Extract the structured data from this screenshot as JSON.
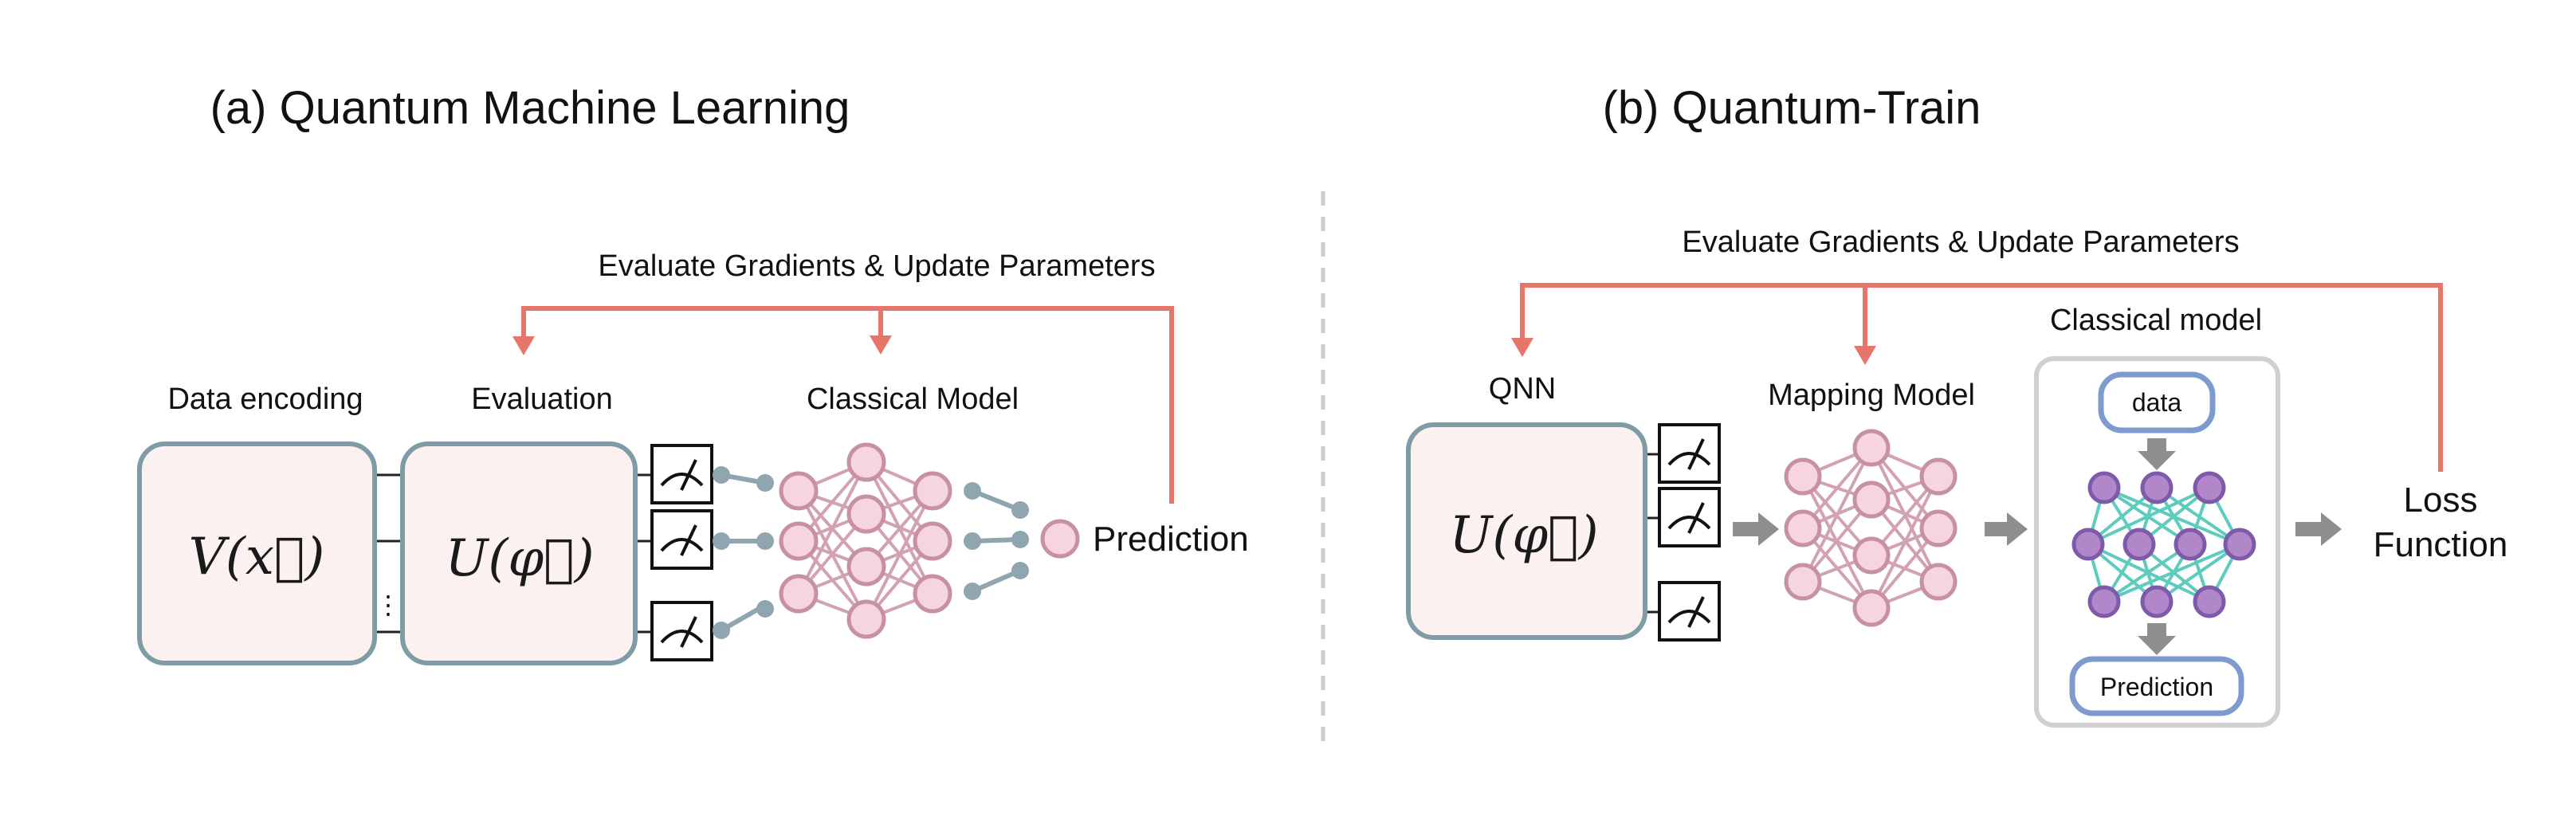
{
  "panel_a": {
    "title": "(a) Quantum Machine Learning",
    "feedback_label": "Evaluate Gradients & Update Parameters",
    "data_encoding_label": "Data encoding",
    "evaluation_label": "Evaluation",
    "classical_model_label": "Classical Model",
    "encoding_formula": "V(x⃗)",
    "unitary_formula": "U(φ⃗)",
    "prediction_label": "Prediction",
    "wire_ellipsis": "⋮"
  },
  "panel_b": {
    "title": "(b) Quantum-Train",
    "feedback_label": "Evaluate Gradients & Update Parameters",
    "qnn_label": "QNN",
    "mapping_model_label": "Mapping Model",
    "classical_model_label": "Classical model",
    "unitary_formula": "U(φ⃗)",
    "data_label": "data",
    "prediction_label": "Prediction",
    "loss_line1": "Loss",
    "loss_line2": "Function"
  },
  "colors": {
    "feedback_arrow": "#E8756C",
    "quantum_box_fill": "#FCF1F1",
    "quantum_box_stroke": "#7F9CA6",
    "nn_node_fill": "#F6D5E0",
    "nn_node_stroke": "#C890A4",
    "nn_edge": "#D3A2B2",
    "readout_edge": "#8FA6B0",
    "classical_node_fill": "#B187C9",
    "classical_node_stroke": "#7E5AA8",
    "classical_edge": "#5ECBBF",
    "pill_stroke": "#7D9BCF",
    "container_stroke": "#D0D0D0",
    "gray_arrow": "#8E8E8E"
  }
}
